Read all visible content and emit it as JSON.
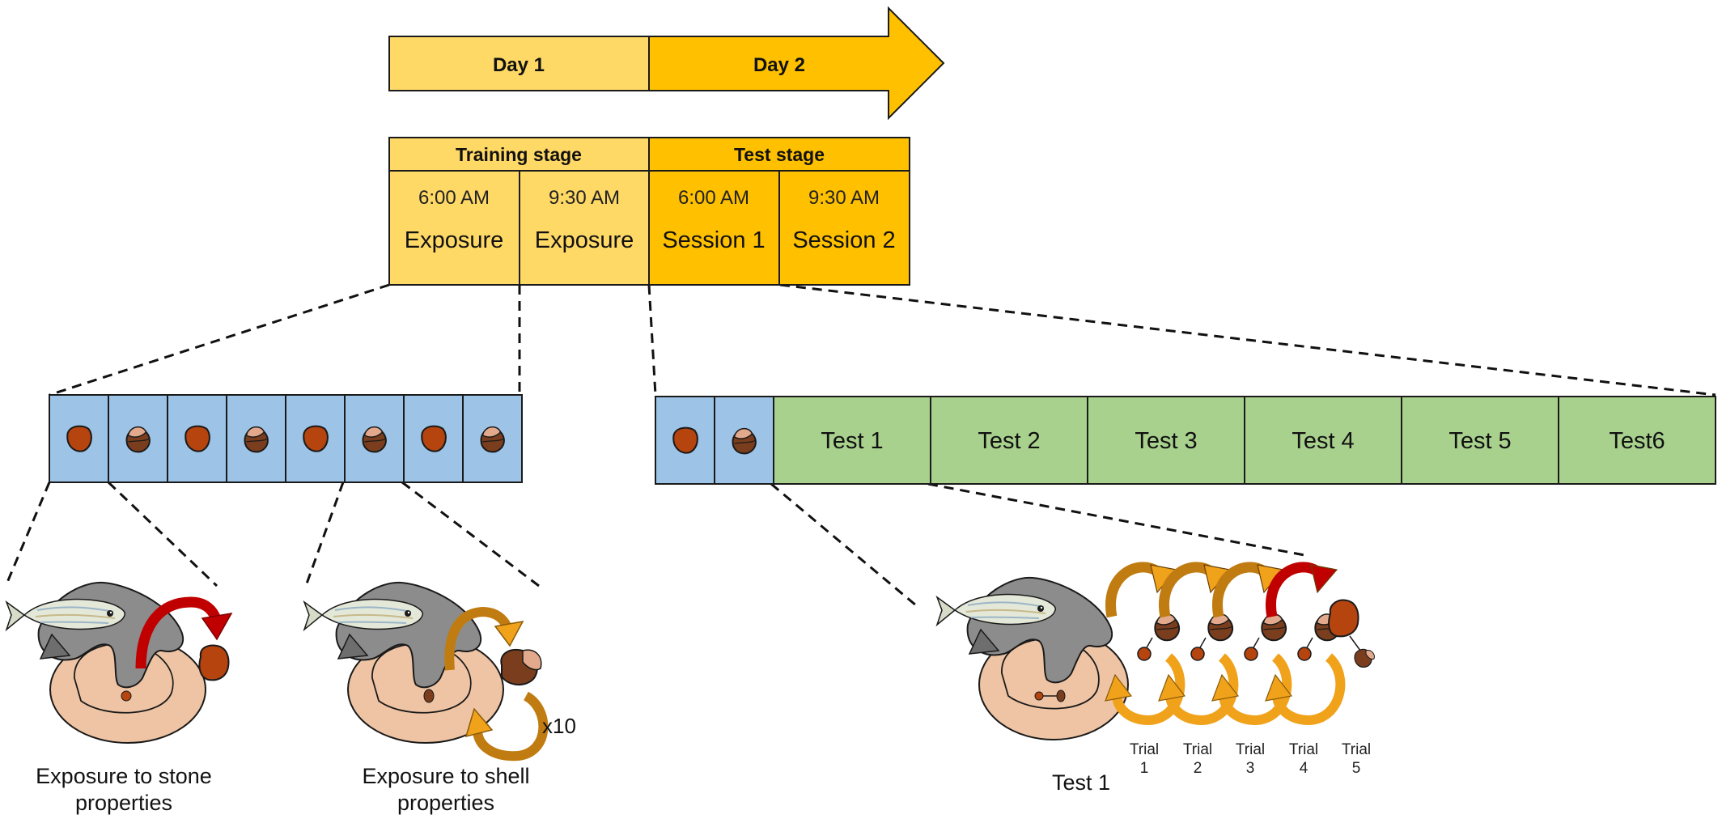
{
  "colors": {
    "day1_fill": "#FFD966",
    "day2_fill": "#FFC000",
    "blue_fill": "#9DC3E6",
    "green_fill": "#A9D18E",
    "stone": "#B5440F",
    "shell_dark": "#7A3E1E",
    "shell_light": "#E3A98C",
    "arrow_orange": "#F0A21B",
    "arrow_orange_dark": "#C07C10",
    "arrow_red": "#C00000",
    "sand": "#EEC4A4",
    "rock": "#8C8C8C",
    "outline": "#1a1a1a"
  },
  "timeline": {
    "day1": "Day 1",
    "day2": "Day 2"
  },
  "stages": {
    "training": {
      "title": "Training stage",
      "slots": [
        {
          "time": "6:00 AM",
          "label": "Exposure"
        },
        {
          "time": "9:30 AM",
          "label": "Exposure"
        }
      ]
    },
    "test": {
      "title": "Test stage",
      "slots": [
        {
          "time": "6:00 AM",
          "label": "Session 1"
        },
        {
          "time": "9:30 AM",
          "label": "Session 2"
        }
      ]
    }
  },
  "training_sequence": [
    "stone",
    "shell",
    "stone",
    "shell",
    "stone",
    "shell",
    "stone",
    "shell"
  ],
  "test_sequence": {
    "objects": [
      "stone",
      "shell"
    ],
    "tests": [
      "Test 1",
      "Test 2",
      "Test 3",
      "Test 4",
      "Test 5",
      "Test6"
    ]
  },
  "panels": {
    "stone_caption": [
      "Exposure to stone",
      "properties"
    ],
    "shell_caption": [
      "Exposure to shell",
      "properties"
    ],
    "repeat_label": "x10",
    "test_caption": "Test 1",
    "trials": [
      {
        "word": "Trial",
        "num": "1"
      },
      {
        "word": "Trial",
        "num": "2"
      },
      {
        "word": "Trial",
        "num": "3"
      },
      {
        "word": "Trial",
        "num": "4"
      },
      {
        "word": "Trial",
        "num": "5"
      }
    ]
  }
}
